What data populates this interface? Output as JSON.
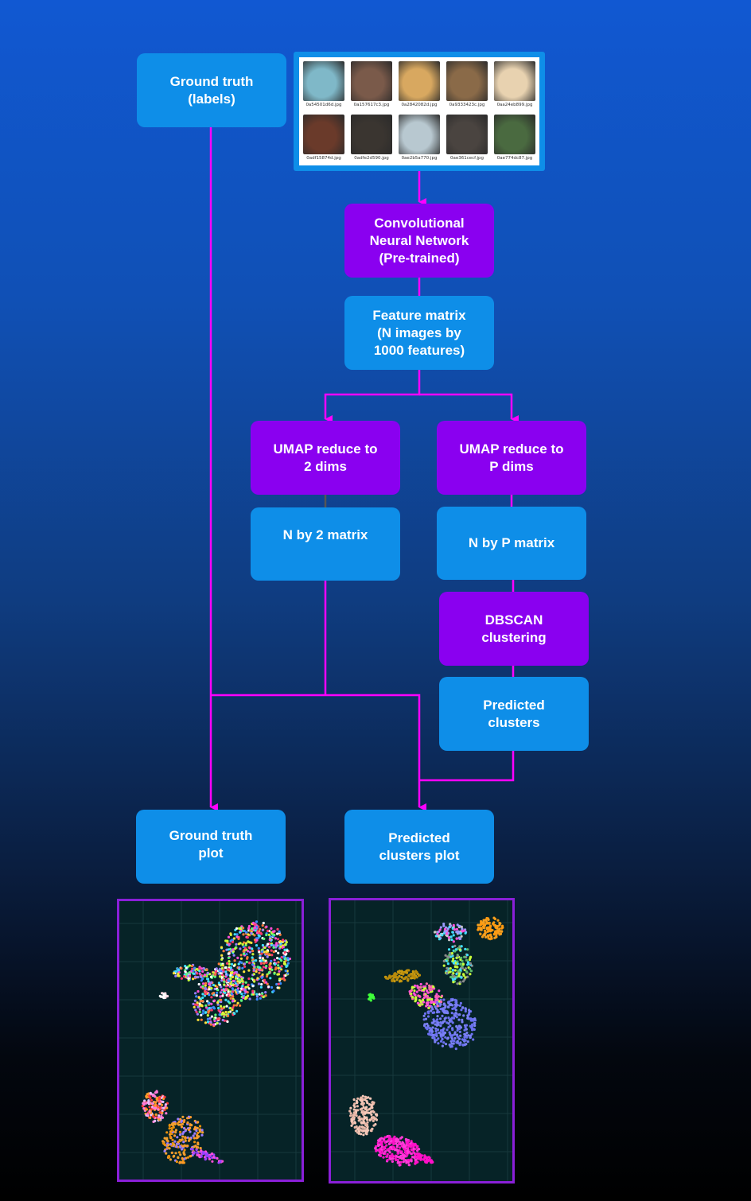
{
  "boxes": {
    "ground_truth_labels": "Ground truth\n(labels)",
    "cnn": "Convolutional\nNeural Network\n(Pre-trained)",
    "feature_matrix": "Feature matrix\n(N images by\n1000 features)",
    "umap_2": "UMAP reduce to\n2 dims",
    "umap_p": "UMAP reduce to\nP dims",
    "n_by_2": "N by 2 matrix",
    "n_by_p": "N by P matrix",
    "dbscan": "DBSCAN\nclustering",
    "predicted_clusters": "Predicted\nclusters",
    "ground_truth_plot": "Ground truth\nplot",
    "predicted_clusters_plot": "Predicted\nclusters plot"
  },
  "thumbnails": [
    {
      "caption": "0a54501d6d.jpg",
      "color": "#7fb8c8"
    },
    {
      "caption": "0a157617c3.jpg",
      "color": "#7a5a4a"
    },
    {
      "caption": "0a2842082d.jpg",
      "color": "#d8a860"
    },
    {
      "caption": "0a9333423c.jpg",
      "color": "#8a6a48"
    },
    {
      "caption": "0aa24eb899.jpg",
      "color": "#e8d2b0"
    },
    {
      "caption": "0adf15874d.jpg",
      "color": "#6a3a2a"
    },
    {
      "caption": "0adfe2d590.jpg",
      "color": "#3a3530"
    },
    {
      "caption": "0ae2b5a770.jpg",
      "color": "#b8c8d0"
    },
    {
      "caption": "0ae361cecf.jpg",
      "color": "#4a4440"
    },
    {
      "caption": "0ae774dc87.jpg",
      "color": "#4a6a40"
    }
  ],
  "colors": {
    "arrow": "#ff00ff",
    "box_blue": "#0e8ee8",
    "box_purple": "#8a00f0",
    "plot_border": "#8a1fd8",
    "plot_bg": "#062327"
  }
}
